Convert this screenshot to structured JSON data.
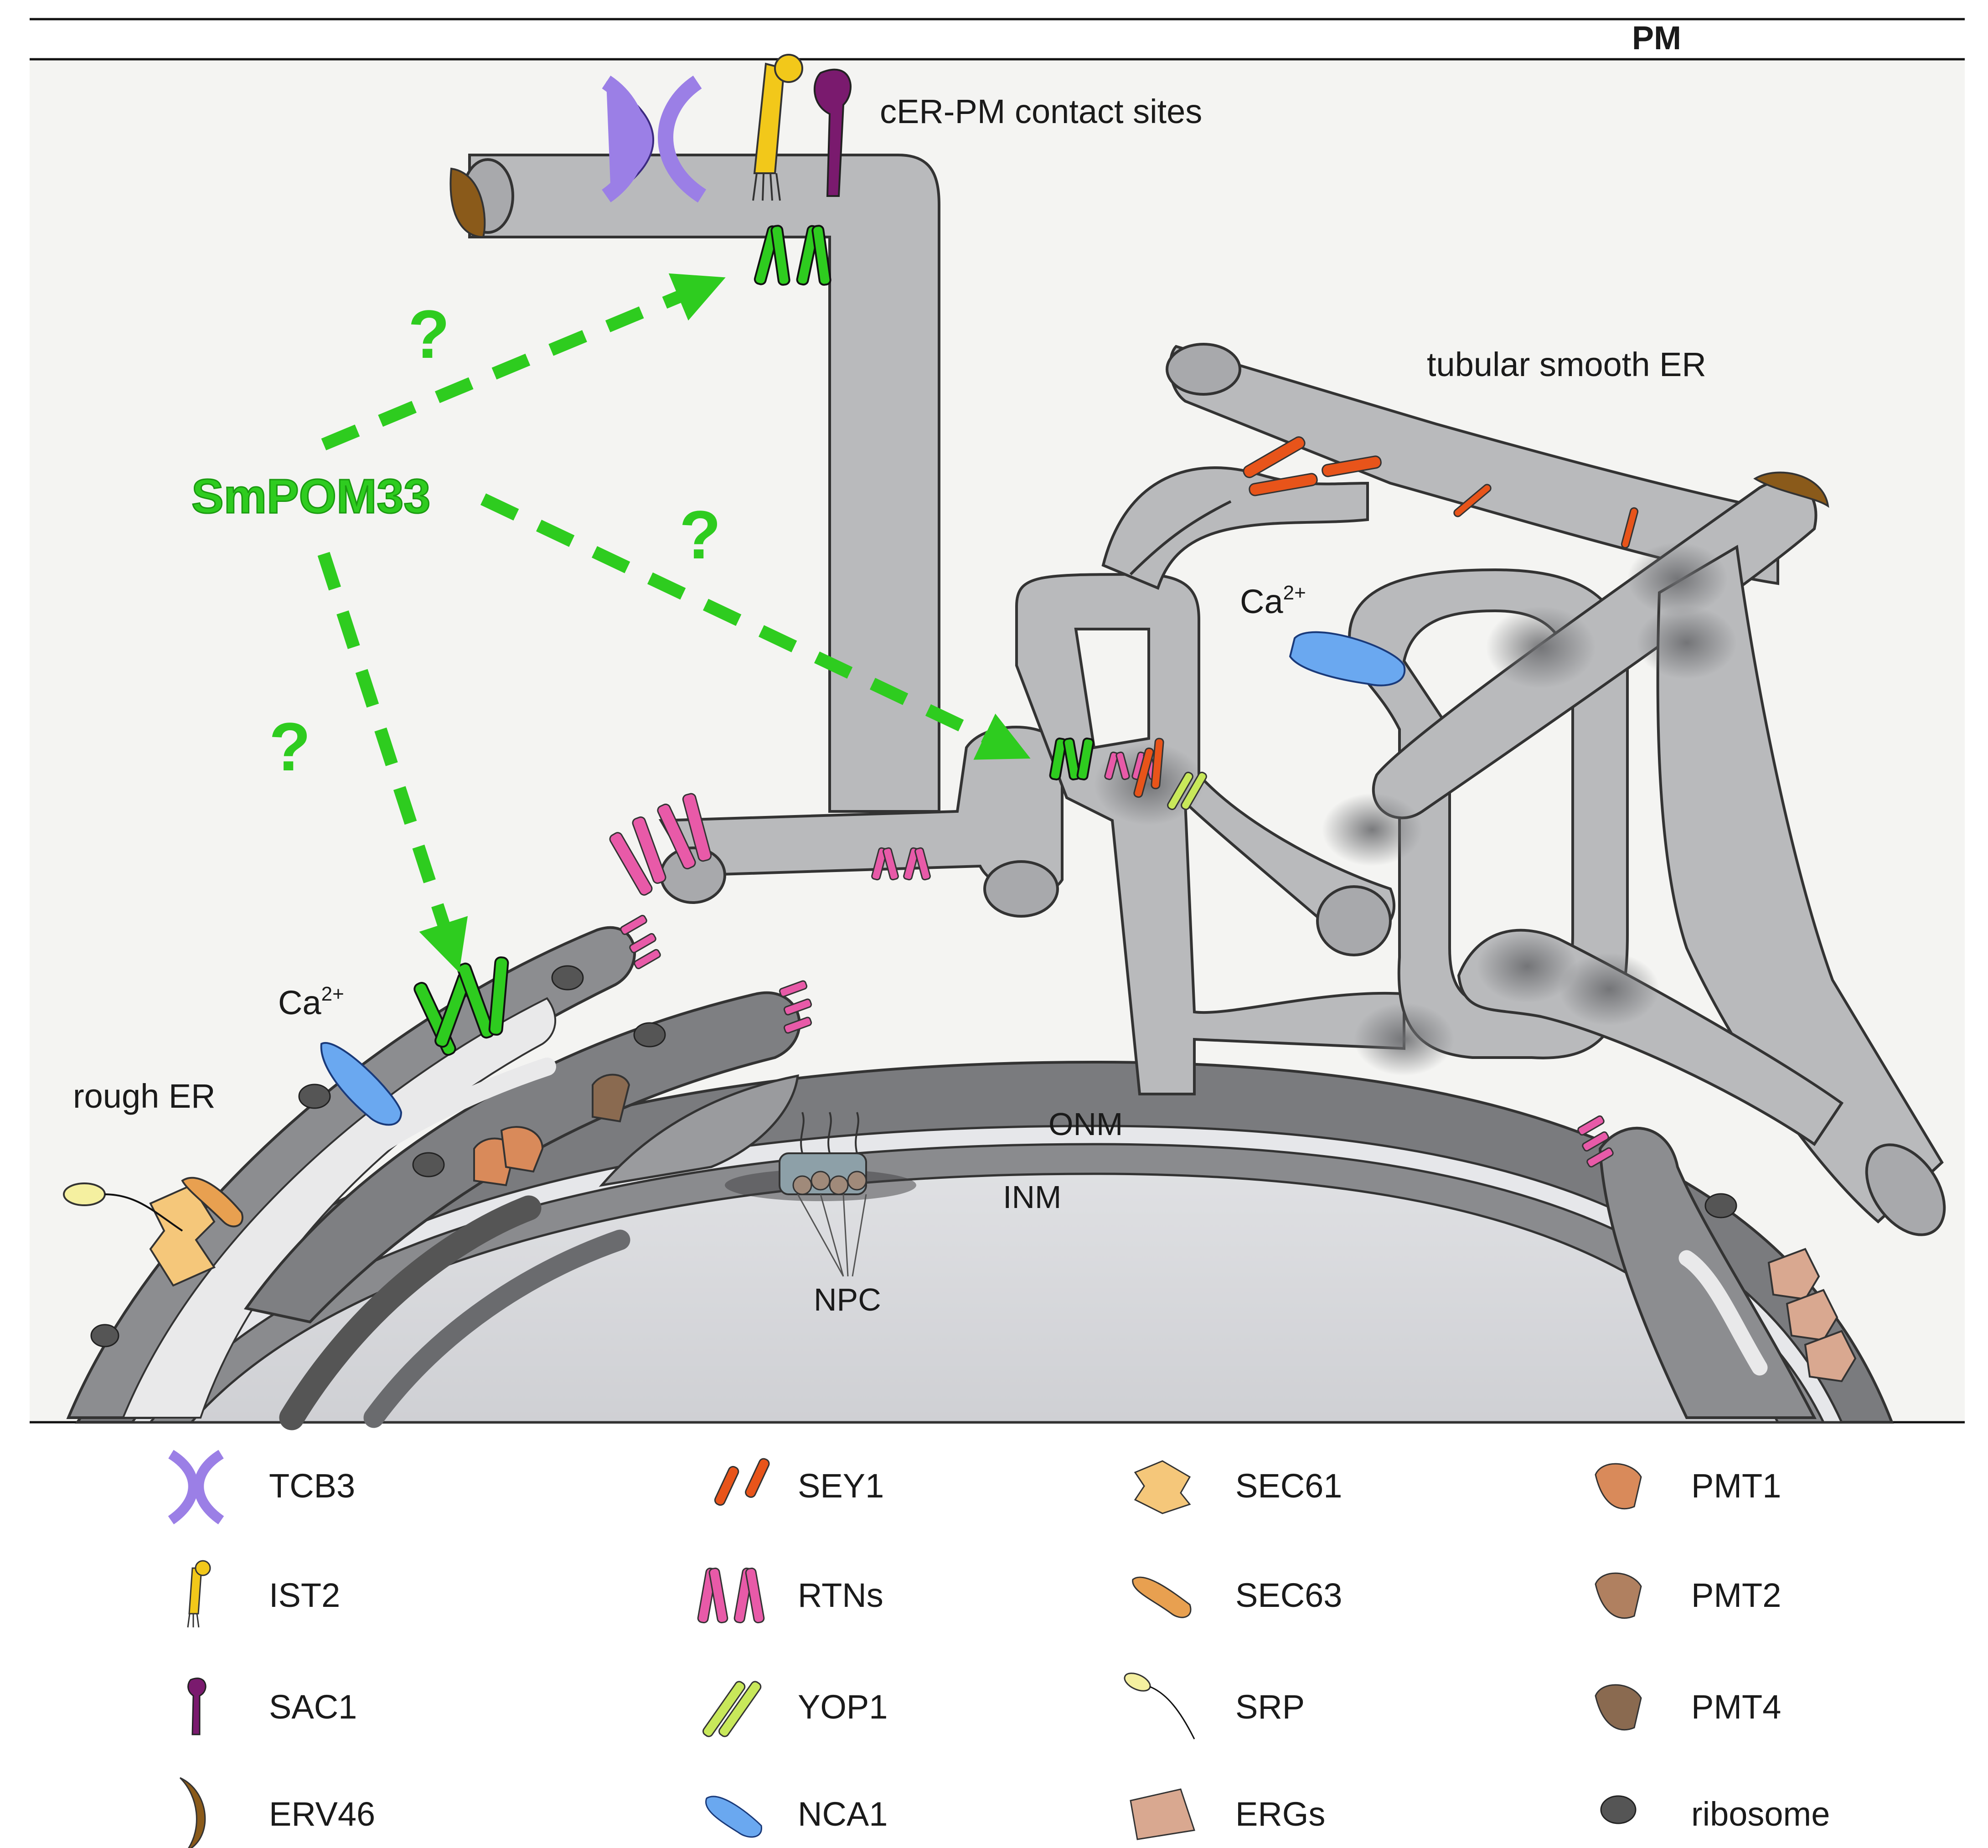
{
  "labels": {
    "pm": "PM",
    "cer_pm": "cER-PM contact sites",
    "tubular": "tubular smooth ER",
    "rough": "rough ER",
    "onm": "ONM",
    "inm": "INM",
    "npc": "NPC",
    "ca_left": "Ca",
    "ca_right": "Ca",
    "ca_sup": "2+",
    "smpom": "SmPOM33",
    "q": "?"
  },
  "legend": [
    {
      "icon": "tcb3",
      "label": "TCB3"
    },
    {
      "icon": "ist2",
      "label": "IST2"
    },
    {
      "icon": "sac1",
      "label": "SAC1"
    },
    {
      "icon": "erv46",
      "label": "ERV46"
    },
    {
      "icon": "sey1",
      "label": "SEY1"
    },
    {
      "icon": "rtns",
      "label": "RTNs"
    },
    {
      "icon": "yop1",
      "label": "YOP1"
    },
    {
      "icon": "nca1",
      "label": "NCA1"
    },
    {
      "icon": "sec61",
      "label": "SEC61"
    },
    {
      "icon": "sec63",
      "label": "SEC63"
    },
    {
      "icon": "srp",
      "label": "SRP"
    },
    {
      "icon": "ergs",
      "label": "ERGs"
    },
    {
      "icon": "pmt1",
      "label": "PMT1"
    },
    {
      "icon": "pmt2",
      "label": "PMT2"
    },
    {
      "icon": "pmt4",
      "label": "PMT4"
    },
    {
      "icon": "ribosome",
      "label": "ribosome"
    }
  ],
  "colors": {
    "tcb3": "#9b7fe6",
    "ist2": "#f2c81a",
    "sac1": "#7a1a6e",
    "erv46": "#8a5a1a",
    "sey1": "#e8541a",
    "rtns": "#e85aa8",
    "yop1": "#c8e85a",
    "nca1": "#6aa8f0",
    "sec61": "#f5c77a",
    "sec63": "#e8a050",
    "srp": "#f5f0a0",
    "ergs": "#d9a890",
    "pmt1": "#d98a5a",
    "pmt2": "#b08060",
    "pmt4": "#8a6a50",
    "ribosome": "#555555",
    "smpom": "#2ecc1f",
    "er": "#b9babc",
    "er_dark": "#6e6f72"
  }
}
